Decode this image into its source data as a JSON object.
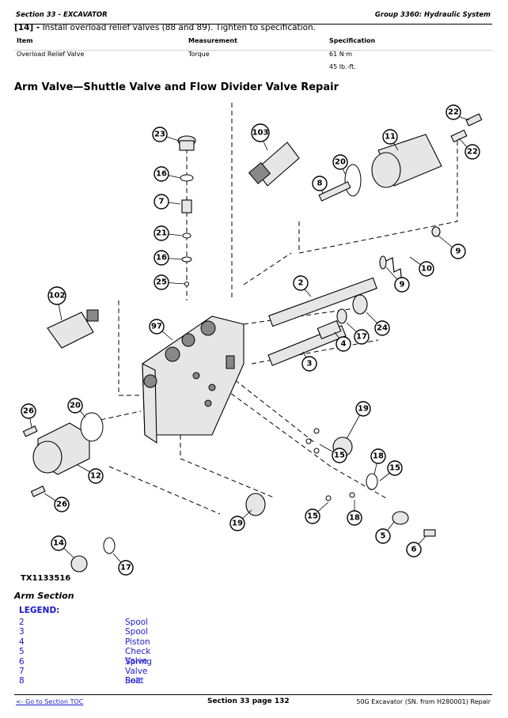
{
  "header": {
    "left": "Section 33 - EXCAVATOR",
    "right": "Group 3360: Hydraulic System"
  },
  "step": {
    "number": "[14] -",
    "text": " Install overload relief valves (88 and 89). Tighten to specification."
  },
  "spec_table": {
    "columns": [
      "Item",
      "Measurement",
      "Specification"
    ],
    "rows": [
      {
        "item": "Overload Relief Valve",
        "measurement": "Torque",
        "spec": "61 N·m"
      },
      {
        "item": "",
        "measurement": "",
        "spec": "45 lb.-ft."
      }
    ]
  },
  "section_title": "Arm Valve—Shuttle Valve and Flow Divider Valve Repair",
  "figure": {
    "code": "TX1133516",
    "callouts": [
      "22",
      "22",
      "103",
      "23",
      "11",
      "20",
      "8",
      "16",
      "7",
      "21",
      "9",
      "16",
      "10",
      "25",
      "2",
      "9",
      "102",
      "97",
      "24",
      "4",
      "17",
      "3",
      "26",
      "20",
      "19",
      "15",
      "18",
      "15",
      "12",
      "26",
      "19",
      "15",
      "18",
      "5",
      "6",
      "14",
      "17"
    ]
  },
  "caption": "Arm Section",
  "legend": {
    "heading": "LEGEND:",
    "items": [
      {
        "num": "2",
        "label": "Spool"
      },
      {
        "num": "3",
        "label": "Spool"
      },
      {
        "num": "4",
        "label": "Piston"
      },
      {
        "num": "5",
        "label": "Check Valve"
      },
      {
        "num": "6",
        "label": "Spring"
      },
      {
        "num": "7",
        "label": "Valve Seat"
      },
      {
        "num": "8",
        "label": "Bolt"
      }
    ]
  },
  "footer": {
    "link": "<- Go to Section TOC",
    "center": "Section 33 page 132",
    "right": "50G Excavator (SN. from H280001) Repair"
  }
}
